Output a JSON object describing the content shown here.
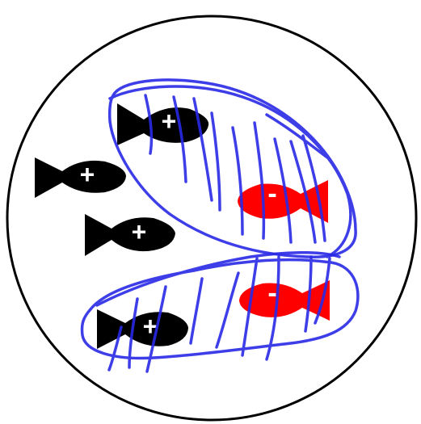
{
  "colors": {
    "background": "#ffffff",
    "circle_stroke": "#000000",
    "fish_positive": "#000000",
    "fish_negative": "#ff0000",
    "sign_text": "#ffffff",
    "scribble": "#2a2ae6"
  },
  "fish": [
    {
      "id": "fish-1",
      "sign": "+",
      "charge": "positive",
      "facing": "right"
    },
    {
      "id": "fish-2",
      "sign": "+",
      "charge": "positive",
      "facing": "right"
    },
    {
      "id": "fish-3",
      "sign": "+",
      "charge": "positive",
      "facing": "right"
    },
    {
      "id": "fish-4",
      "sign": "+",
      "charge": "positive",
      "facing": "right"
    },
    {
      "id": "fish-5",
      "sign": "-",
      "charge": "negative",
      "facing": "left"
    },
    {
      "id": "fish-6",
      "sign": "-",
      "charge": "negative",
      "facing": "left"
    }
  ],
  "groups": [
    {
      "id": "upper-group",
      "members": [
        "fish-1",
        "fish-5"
      ]
    },
    {
      "id": "lower-group",
      "members": [
        "fish-4",
        "fish-6"
      ]
    }
  ]
}
